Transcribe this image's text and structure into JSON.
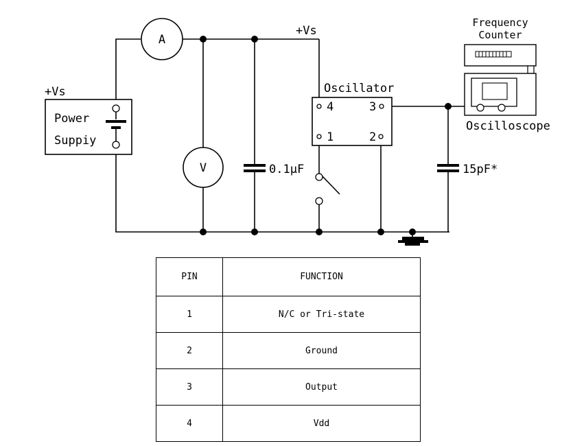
{
  "schematic": {
    "vs_top": "+Vs",
    "vs_supply": "+Vs",
    "power_supply_line1": "Power",
    "power_supply_line2": "Suppiy",
    "ammeter": "A",
    "voltmeter": "V",
    "capacitor_bypass": "0.1μF",
    "capacitor_load": "15pF*",
    "oscillator": "Oscillator",
    "pin_4": "4",
    "pin_3": "3",
    "pin_1": "1",
    "pin_2": "2",
    "frequency_counter_line1": "Frequency",
    "frequency_counter_line2": "Counter",
    "oscilloscope": "Oscilloscope"
  },
  "pin_table": {
    "headers": [
      "PIN",
      "FUNCTION"
    ],
    "rows": [
      {
        "pin": "1",
        "function": "N/C or Tri-state"
      },
      {
        "pin": "2",
        "function": "Ground"
      },
      {
        "pin": "3",
        "function": "Output"
      },
      {
        "pin": "4",
        "function": "Vdd"
      }
    ]
  }
}
